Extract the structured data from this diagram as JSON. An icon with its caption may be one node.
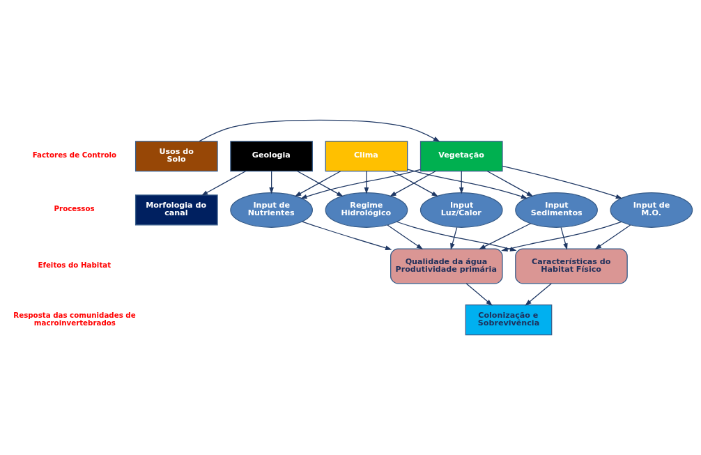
{
  "diagram": {
    "nodes": [
      {
        "text": [
          "Vegetação"
        ]
      },
      {
        "text": [
          "Geologia"
        ]
      },
      {
        "text": [
          "Clima"
        ]
      },
      {
        "text": [
          "Usos do Solo"
        ]
      },
      {
        "text": [
          "Morfologia do canal"
        ]
      },
      {
        "text": [
          "Input Sedimentos"
        ]
      },
      {
        "text": [
          "Regime Hidrológico"
        ]
      },
      {
        "text": [
          "Input de M.O."
        ]
      },
      {
        "text": [
          "Input de Nutrientes"
        ]
      },
      {
        "text": [
          "Input Luz/Calor"
        ]
      },
      {
        "text": [
          "Características do Habitat Físico"
        ]
      },
      {
        "text": [
          "Qualidade da água Produtividade primária"
        ]
      },
      {
        "text": [
          "Colonização e Sobrevivência"
        ]
      }
    ],
    "edges": [
      {
        "from": 3,
        "to": 0,
        "arrow": "to"
      },
      {
        "from": 0,
        "to": 5,
        "arrow": "to"
      },
      {
        "from": 0,
        "to": 6,
        "arrow": "to"
      },
      {
        "from": 0,
        "to": 7,
        "arrow": "to"
      },
      {
        "from": 0,
        "to": 8,
        "arrow": "to"
      },
      {
        "from": 0,
        "to": 9,
        "arrow": "to"
      },
      {
        "from": 1,
        "to": 6,
        "arrow": "to"
      },
      {
        "from": 1,
        "to": 4,
        "arrow": "to"
      },
      {
        "from": 1,
        "to": 8,
        "arrow": "to"
      },
      {
        "from": 2,
        "to": 5,
        "arrow": "to"
      },
      {
        "from": 2,
        "to": 6,
        "arrow": "to"
      },
      {
        "from": 2,
        "to": 8,
        "arrow": "to"
      },
      {
        "from": 2,
        "to": 9,
        "arrow": "to"
      },
      {
        "from": 5,
        "to": 10,
        "arrow": "to"
      },
      {
        "from": 5,
        "to": 11,
        "arrow": "to"
      },
      {
        "from": 6,
        "to": 10,
        "arrow": "to"
      },
      {
        "from": 6,
        "to": 11,
        "arrow": "to"
      },
      {
        "from": 7,
        "to": 10,
        "arrow": "to"
      },
      {
        "from": 7,
        "to": 11,
        "arrow": "to"
      },
      {
        "from": 8,
        "to": 11,
        "arrow": "to"
      },
      {
        "from": 9,
        "to": 11,
        "arrow": "to"
      },
      {
        "from": 10,
        "to": 12,
        "arrow": "to"
      },
      {
        "from": 11,
        "to": 12,
        "arrow": "to"
      }
    ],
    "labels": [
      "Factores de Controlo",
      "Processos",
      "Efeitos do Habitat",
      "Resposta das comunidades de macroinvertebrados"
    ]
  }
}
